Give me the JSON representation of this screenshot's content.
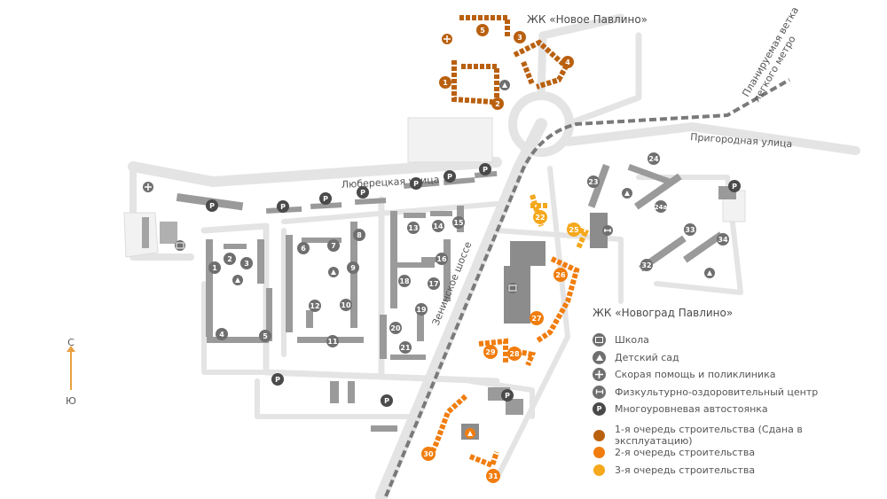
{
  "map": {
    "road_labels": {
      "lyuberetskaya": "Люберецкая улица",
      "prigorodnaya": "Пригородная улица",
      "zeninskoe": "Зенинское шоссе",
      "metro": "Планируемая ветка легкого метро"
    },
    "clusters": {
      "novoe": "ЖК «Новое Павлино»",
      "novograd": "ЖК «Новоград Павлино»"
    },
    "colors": {
      "stage1": "#b9600f",
      "stage2": "#f07d0e",
      "stage3": "#f5a81c",
      "gray_building": "#8c8c8c",
      "marker_gray": "#6f6f6f",
      "road": "#e6e6e6"
    },
    "buildings": {
      "new": [
        {
          "n": "1",
          "stage": "stage1"
        },
        {
          "n": "2",
          "stage": "stage1"
        },
        {
          "n": "3",
          "stage": "stage1"
        },
        {
          "n": "4",
          "stage": "stage1"
        },
        {
          "n": "5",
          "stage": "stage1"
        }
      ],
      "existing": [
        "1",
        "2",
        "3",
        "4",
        "5",
        "6",
        "7",
        "8",
        "9",
        "10",
        "11",
        "12",
        "13",
        "14",
        "15",
        "16",
        "17",
        "18",
        "19",
        "20",
        "21",
        "23",
        "24",
        "24а",
        "32",
        "33",
        "34"
      ],
      "novograd": [
        {
          "n": "22",
          "stage": "stage3"
        },
        {
          "n": "25",
          "stage": "stage3"
        },
        {
          "n": "26",
          "stage": "stage2"
        },
        {
          "n": "27",
          "stage": "stage2"
        },
        {
          "n": "28",
          "stage": "stage2"
        },
        {
          "n": "29",
          "stage": "stage2"
        },
        {
          "n": "30",
          "stage": "stage2"
        },
        {
          "n": "31",
          "stage": "stage2"
        }
      ]
    },
    "parking_label": "P"
  },
  "compass": {
    "north": "С",
    "south": "Ю"
  },
  "legend": {
    "title": "ЖК «Новоград Павлино»",
    "items": [
      {
        "icon": "school-icon",
        "label": "Школа"
      },
      {
        "icon": "kindergarten-icon",
        "label": "Детский сад"
      },
      {
        "icon": "clinic-icon",
        "label": "Скорая помощь и поликлиника"
      },
      {
        "icon": "sports-icon",
        "label": "Физкультурно-оздоровительный центр"
      },
      {
        "icon": "parking-icon",
        "label": "Многоуровневая автостоянка"
      }
    ],
    "stages": [
      {
        "color_key": "stage1",
        "label": "1-я очередь строительства (Сдана в эксплуатацию)"
      },
      {
        "color_key": "stage2",
        "label": "2-я очередь строительства"
      },
      {
        "color_key": "stage3",
        "label": "3-я очередь строительства"
      }
    ]
  }
}
